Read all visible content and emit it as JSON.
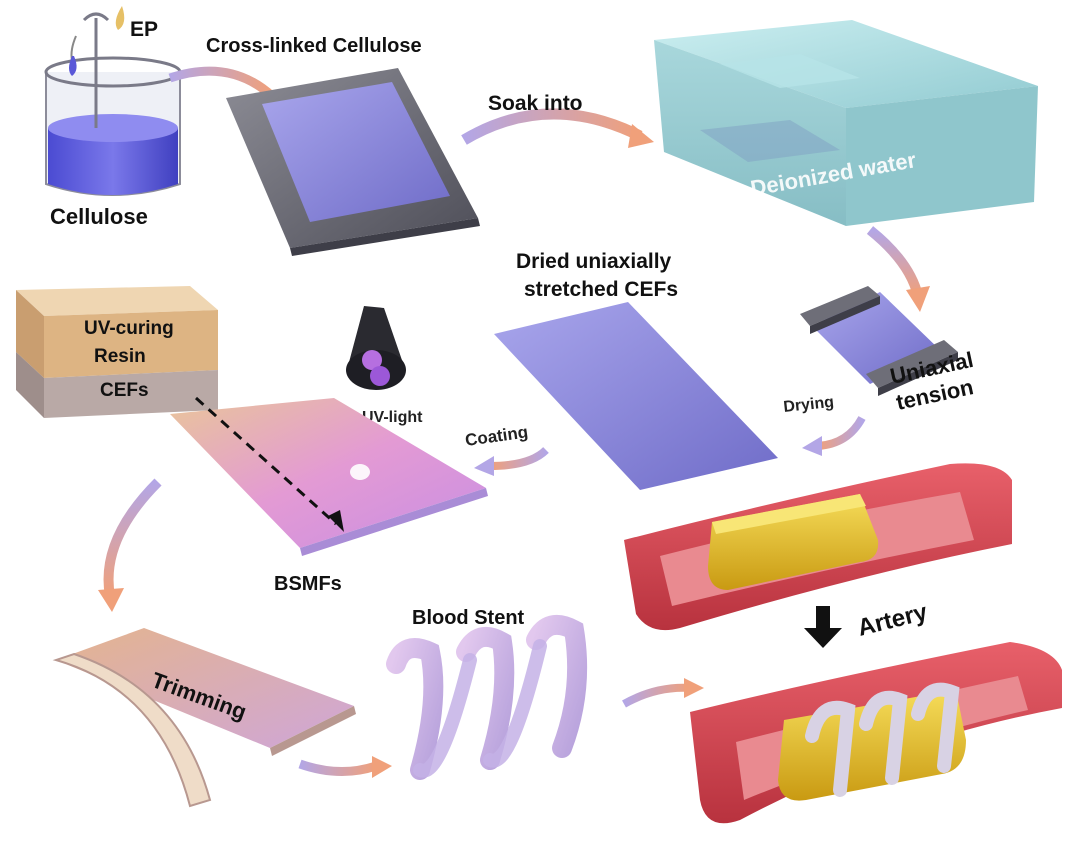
{
  "labels": {
    "ep": "EP",
    "cellulose": "Cellulose",
    "cross_linked": "Cross-linked Cellulose",
    "soak_into": "Soak into",
    "deionized_water": "Deionized water",
    "dried_line1": "Dried uniaxially",
    "dried_line2": "stretched CEFs",
    "uv_curing": "UV-curing",
    "resin": "Resin",
    "cefs": "CEFs",
    "uv_light": "UV-light",
    "coating": "Coating",
    "drying": "Drying",
    "uniaxial": "Uniaxial",
    "tension": "tension",
    "bsmfs": "BSMFs",
    "artery": "Artery",
    "trimming": "Trimming",
    "blood_stent": "Blood Stent"
  },
  "colors": {
    "film_purple": "#8a86d8",
    "frame_gray": "#6e6e78",
    "water": "#9fd6d9",
    "resin_tan": "#d9b07e",
    "artery_red": "#d8434f",
    "stent_gold": "#e8c02a",
    "arrow_pink": "#e8a07e",
    "arrow_purple": "#a99ee0"
  }
}
